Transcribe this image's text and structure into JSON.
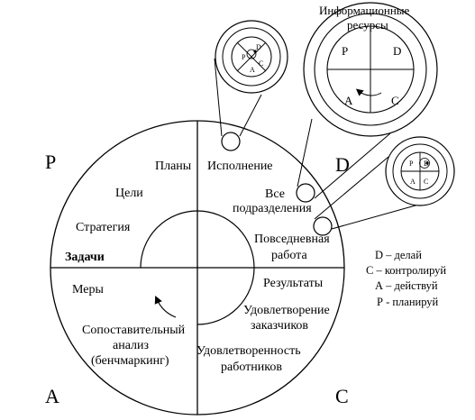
{
  "corners": {
    "p": "P",
    "d": "D",
    "a": "A",
    "c": "C"
  },
  "quadrant_p": {
    "plans": "Планы",
    "goals": "Цели",
    "strategy": "Стратегия",
    "tasks": "Задачи"
  },
  "quadrant_d": {
    "execution": "Исполнение",
    "all_line1": "Все",
    "all_line2": "подразделения",
    "daily_line1": "Повседневная",
    "daily_line2": "работа"
  },
  "quadrant_a": {
    "measures": "Меры",
    "bench_line1": "Сопоставительный",
    "bench_line2": "анализ",
    "bench_line3": "(бенчмаркинг)"
  },
  "quadrant_c": {
    "results": "Результаты",
    "cust_line1": "Удовлетворение",
    "cust_line2": "заказчиков",
    "emp_line1": "Удовлетворенность",
    "emp_line2": "работников"
  },
  "info_resources": {
    "line1": "Информационные",
    "line2": "ресурсы",
    "p": "P",
    "d": "D",
    "a": "A",
    "c": "C"
  },
  "mini_left": {
    "p": "P",
    "d": "D",
    "a": "A",
    "c": "C"
  },
  "mini_right": {
    "p": "P",
    "d": "D",
    "a": "A",
    "c": "C"
  },
  "legend": {
    "d": "D – делай",
    "c": "С – контролируй",
    "a": "А – действуй",
    "p": "Р - планируй"
  }
}
